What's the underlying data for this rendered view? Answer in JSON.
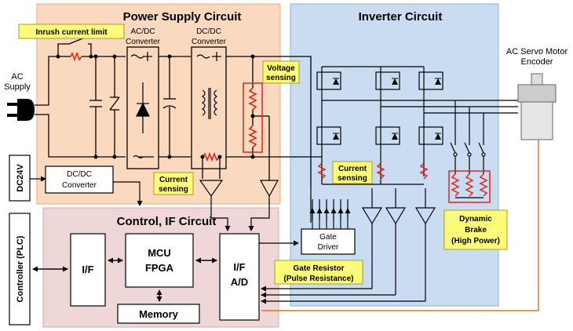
{
  "colors": {
    "power_bg": "#fbd9bf",
    "inverter_bg": "#c9dcf1",
    "control_bg": "#f0d7d7",
    "callout_bg": "#fffb7a",
    "resistor": "#e1251b",
    "wire": "#000000"
  },
  "sections": {
    "power": "Power Supply Circuit",
    "inverter": "Inverter Circuit",
    "control": "Control, IF Circuit"
  },
  "labels": {
    "ac_supply_1": "AC",
    "ac_supply_2": "Supply",
    "acdc_1": "AC/DC",
    "acdc_2": "Converter",
    "dcdc_1": "DC/DC",
    "dcdc_2": "Converter",
    "dcdc_small_1": "DC/DC",
    "dcdc_small_2": "Converter",
    "dc24v": "DC24V",
    "controller": "Controller (PLC)",
    "motor_1": "AC Servo Motor",
    "motor_2": "Encoder",
    "if_box": "I/F",
    "mcu_1": "MCU",
    "mcu_2": "FPGA",
    "memory": "Memory",
    "ifad_1": "I/F",
    "ifad_2": "A/D",
    "gate_driver_1": "Gate",
    "gate_driver_2": "Driver"
  },
  "callouts": {
    "inrush": "Inrush current limit",
    "voltage_1": "Voltage",
    "voltage_2": "sensing",
    "current_left_1": "Current",
    "current_left_2": "sensing",
    "current_right_1": "Current",
    "current_right_2": "sensing",
    "gate_resistor_1": "Gate Resistor",
    "gate_resistor_2": "(Pulse Resistance)",
    "dynamic_1": "Dynamic",
    "dynamic_2": "Brake",
    "dynamic_3": "(High Power)"
  }
}
